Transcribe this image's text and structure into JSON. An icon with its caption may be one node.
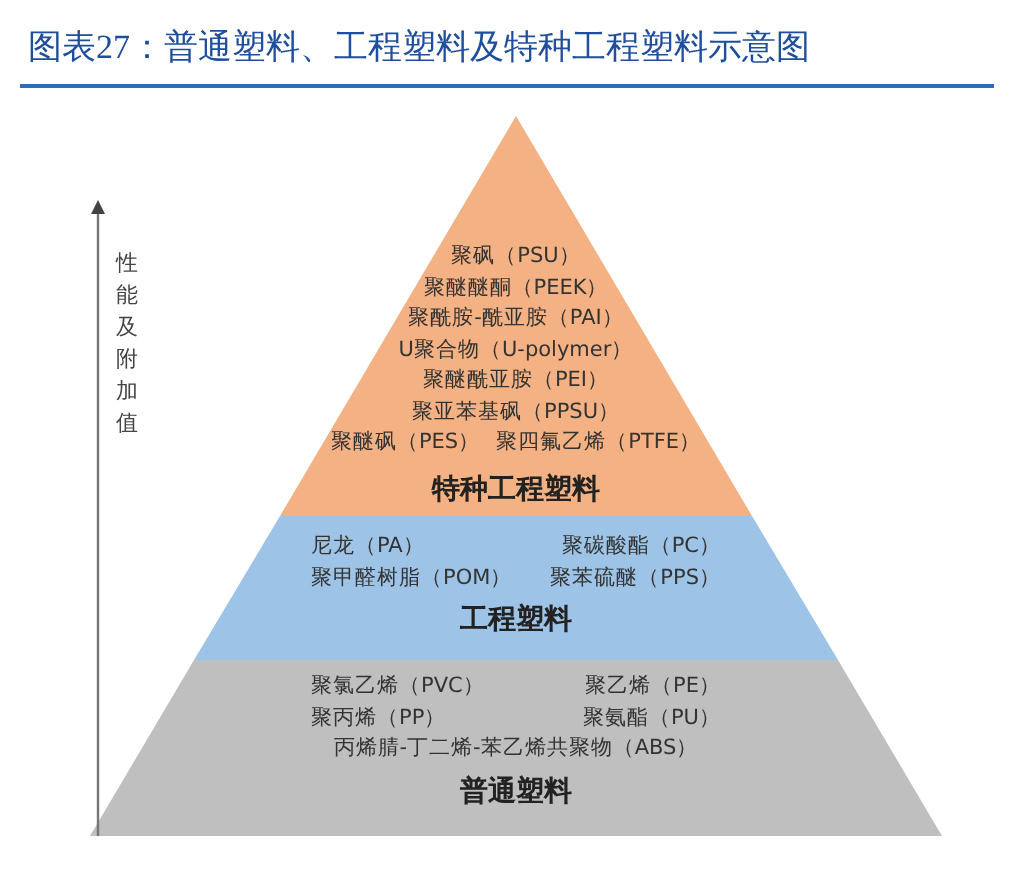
{
  "diagram": {
    "title": "图表27：普通塑料、工程塑料及特种工程塑料示意图",
    "nodes": [
      {
        "text": [
          "聚砜（PSU）",
          "聚醚醚酮（PEEK）",
          "聚酰胺-酰亚胺（PAI）",
          "U聚合物（U-polymer）",
          "聚醚酰亚胺（PEI）",
          "聚亚苯基砜（PPSU）",
          "聚醚砜（PES）",
          "聚四氟乙烯（PTFE）",
          "特种工程塑料"
        ]
      },
      {
        "text": [
          "尼龙（PA）",
          "聚碳酸酯（PC）",
          "聚甲醛树脂（POM）",
          "聚苯硫醚（PPS）",
          "工程塑料"
        ]
      },
      {
        "text": [
          "聚氯乙烯（PVC）",
          "聚乙烯（PE）",
          "聚丙烯（PP）",
          "聚氨酯（PU）",
          "丙烯腈-丁二烯-苯乙烯共聚物（ABS）",
          "普通塑料"
        ]
      }
    ],
    "labels": [
      "性能及附加值"
    ]
  }
}
